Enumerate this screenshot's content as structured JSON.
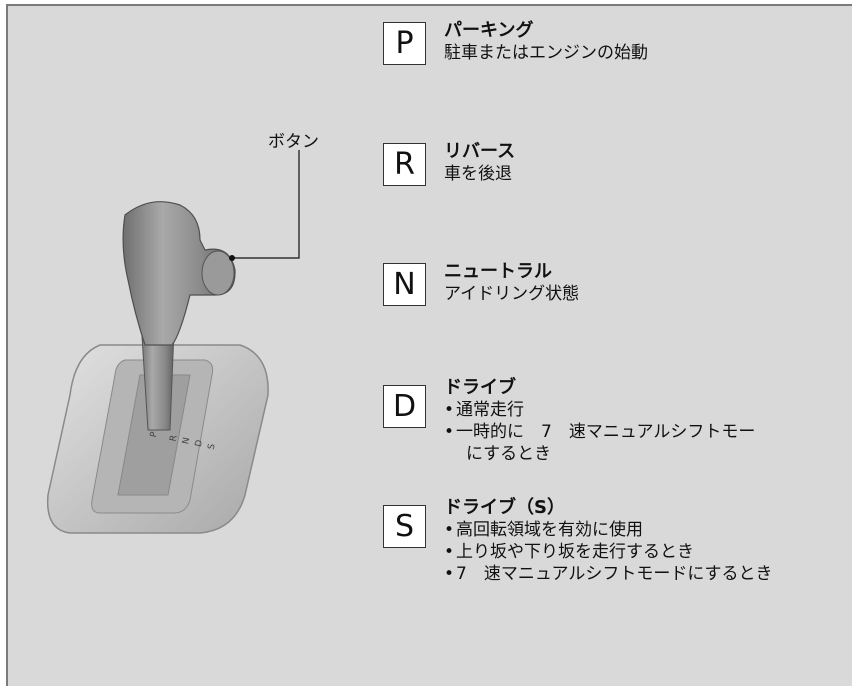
{
  "callout": {
    "button_label": "ボタン"
  },
  "gates": [
    {
      "letter": "P",
      "title": "パーキング",
      "lines": [
        "駐車またはエンジンの始動"
      ]
    },
    {
      "letter": "R",
      "title": "リバース",
      "lines": [
        "車を後退"
      ]
    },
    {
      "letter": "N",
      "title": "ニュートラル",
      "lines": [
        "アイドリング状態"
      ]
    },
    {
      "letter": "D",
      "title": "ドライブ",
      "bullets": [
        "通常走行",
        "一時的に　7　速マニュアルシフトモー"
      ],
      "continuation": "にするとき"
    },
    {
      "letter": "S",
      "title": "ドライブ（S）",
      "bullets": [
        "高回転領域を有効に使用",
        "上り坂や下り坂を走行するとき",
        "7　速マニュアルシフトモードにするとき"
      ]
    }
  ],
  "shifter_gate_letters": [
    "P",
    "R",
    "N",
    "D",
    "S"
  ],
  "colors": {
    "panel": "#d9d9d9",
    "knob": "#8f8f8f",
    "bezel": "#c4c4c4"
  }
}
